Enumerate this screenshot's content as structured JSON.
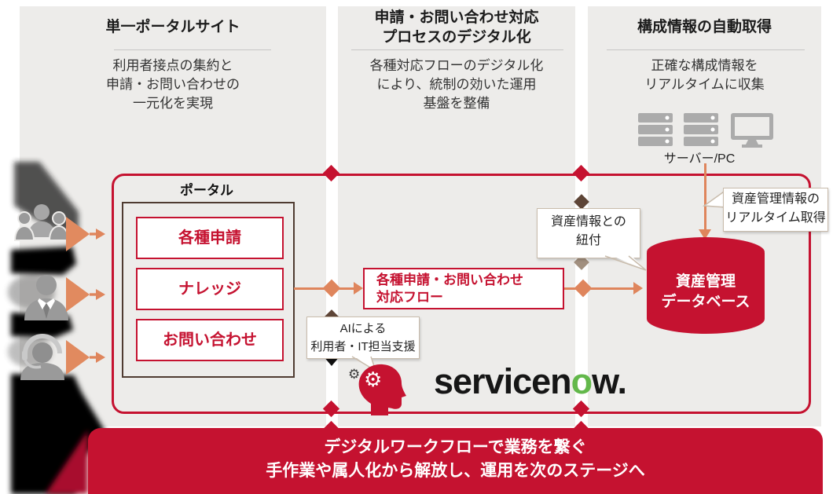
{
  "columns": [
    {
      "title": "単一ポータルサイト",
      "desc": "利用者接点の集約と\n申請・お問い合わせの\n一元化を実現"
    },
    {
      "title": "申請・お問い合わせ対応\nプロセスのデジタル化",
      "desc": "各種対応フローのデジタル化\nにより、統制の効いた運用\n基盤を整備"
    },
    {
      "title": "構成情報の自動取得",
      "desc": "正確な構成情報を\nリアルタイムに収集",
      "device_label": "サーバー/PC"
    }
  ],
  "portal": {
    "label": "ポータル",
    "items": [
      {
        "label": "各種申請"
      },
      {
        "label": "ナレッジ"
      },
      {
        "label": "お問い合わせ"
      }
    ]
  },
  "flow_box": {
    "label": "各種申請・お問い合わせ\n対応フロー"
  },
  "database": {
    "label": "資産管理\nデータベース"
  },
  "callouts": {
    "ai": "AIによる\n利用者・IT担当支援",
    "asset_link": "資産情報との\n紐付",
    "realtime": "資産管理情報の\nリアルタイム取得"
  },
  "logo": {
    "part1": "servicen",
    "part2": "o",
    "part3": "w."
  },
  "banner": {
    "line1": "デジタルワークフローで業務を繋ぐ",
    "line2": "手作業や属人化から解放し、運用を次のステージへ"
  },
  "colors": {
    "brand_red": "#C51230",
    "arrow_orange": "#DF855C",
    "diamond_brown": "#5E4537",
    "diamond_gray": "#A2907F",
    "panel_gray": "#EDECEA",
    "logo_green": "#63B84B",
    "portal_frame_brown": "#4F3B31"
  }
}
